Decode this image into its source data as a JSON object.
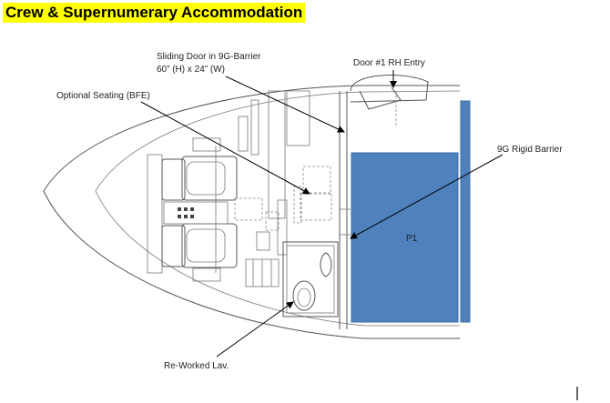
{
  "title": "Crew & Supernumerary Accommodation",
  "labels": {
    "sliding_door_line1": "Sliding Door in 9G-Barrier",
    "sliding_door_line2": "60” (H) x 24” (W)",
    "door1": "Door #1 RH Entry",
    "optional_seating": "Optional Seating (BFE)",
    "rigid_barrier": "9G Rigid Barrier",
    "p1": "P1",
    "lav": "Re-Worked Lav."
  },
  "colors": {
    "title_highlight": "#ffff00",
    "p1_fill": "#4f81bd",
    "barrier_fill": "#4f81bd"
  }
}
